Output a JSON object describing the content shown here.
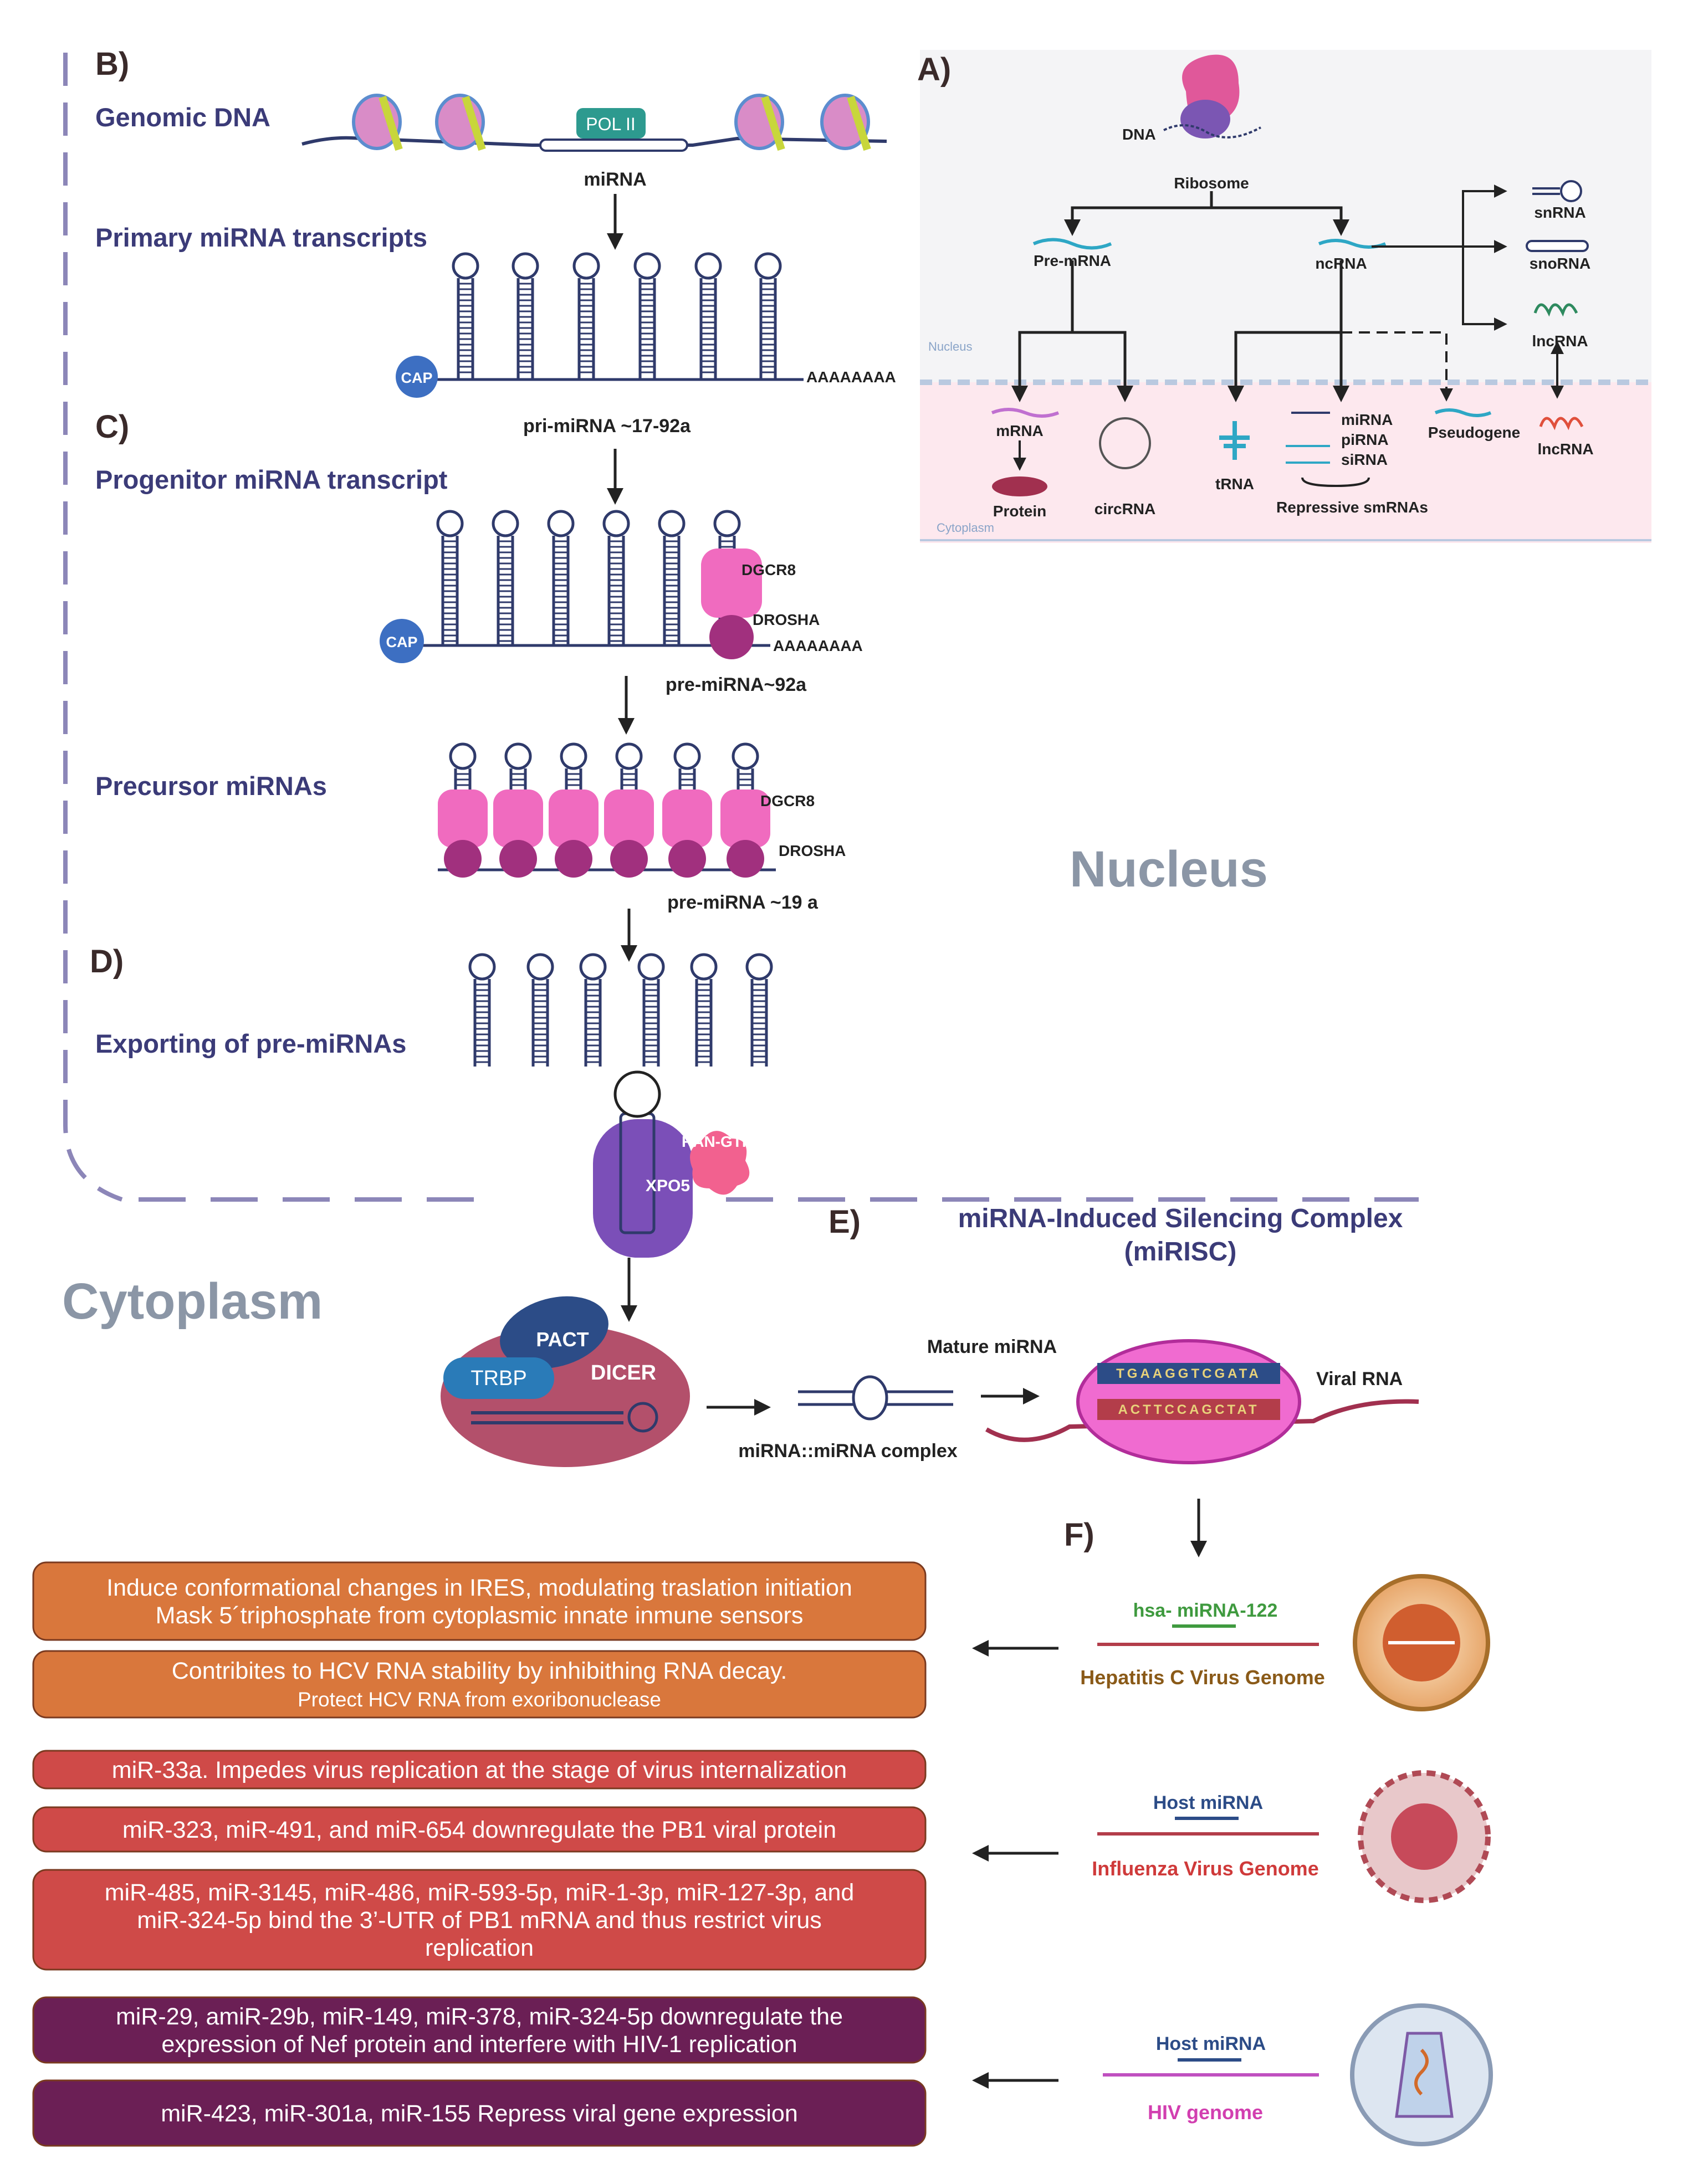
{
  "sections": {
    "A": "A)",
    "B": "B)",
    "C": "C)",
    "D": "D)",
    "E": "E)",
    "F": "F)"
  },
  "regions": {
    "nucleus": "Nucleus",
    "cytoplasm": "Cytoplasm"
  },
  "steps": {
    "genomic_dna": "Genomic DNA",
    "primary": "Primary miRNA transcripts",
    "progenitor": "Progenitor miRNA transcript",
    "precursor": "Precursor miRNAs",
    "exporting": "Exporting of pre-miRNAs"
  },
  "labels": {
    "pol2": "POL II",
    "mirna": "miRNA",
    "cap": "CAP",
    "polya": "AAAAAAAA",
    "pri": "pri-miRNA ~17-92a",
    "dgcr8": "DGCR8",
    "drosha": "DROSHA",
    "pre92": "pre-miRNA~92a",
    "pre19": "pre-miRNA ~19 a",
    "ran_gtp": "RAN-GTP",
    "xpo5": "XPO5",
    "pact": "PACT",
    "trbp": "TRBP",
    "dicer": "DICER",
    "complex": "miRNA::miRNA complex",
    "mature": "Mature miRNA",
    "viral_rna": "Viral RNA",
    "mirisc_title": "miRNA-Induced Silencing Complex",
    "mirisc_abbr": "(miRISC)",
    "pairing_top": "TGAAGGTCGATA",
    "pairing_bottom": "ACTTCCAGCTAT"
  },
  "panel_a": {
    "dna": "DNA",
    "ribosome": "Ribosome",
    "pre_mrna": "Pre-mRNA",
    "ncrna": "ncRNA",
    "snrna": "snRNA",
    "snorna": "snoRNA",
    "lncrna_nuc": "lncRNA",
    "nucleus": "Nucleus",
    "cytoplasm": "Cytoplasm",
    "mrna": "mRNA",
    "protein": "Protein",
    "circrna": "circRNA",
    "trna": "tRNA",
    "mirna": "miRNA",
    "pirna": "piRNA",
    "sirna": "siRNA",
    "pseudogene": "Pseudogene",
    "lncrna_cyto": "lncRNA",
    "repressive": "Repressive smRNAs"
  },
  "viruses": {
    "hcv": {
      "mirna": "hsa- miRNA-122",
      "genome": "Hepatitis C Virus Genome"
    },
    "flu": {
      "mirna": "Host miRNA",
      "genome": "Influenza Virus Genome"
    },
    "hiv": {
      "mirna": "Host miRNA",
      "genome": "HIV genome"
    }
  },
  "effects": [
    {
      "lines": [
        "Induce conformational changes in IRES, modulating traslation initiation",
        "Mask 5´triphosphate from cytoplasmic innate inmune sensors"
      ]
    },
    {
      "lines": [
        "Contribites to HCV RNA stability by inhibithing RNA decay.",
        "Protect HCV RNA from exoribonuclease"
      ]
    },
    {
      "lines": [
        "miR-33a. Impedes virus replication at the stage of virus internalization"
      ]
    },
    {
      "lines": [
        "miR-323, miR-491, and miR-654 downregulate the PB1 viral protein"
      ]
    },
    {
      "lines": [
        "miR-485, miR-3145, miR-486, miR-593-5p, miR-1-3p, miR-127-3p, and",
        "miR-324-5p bind the 3’-UTR of PB1 mRNA and thus restrict virus",
        "replication"
      ]
    },
    {
      "lines": [
        "miR-29, amiR-29b, miR-149, miR-378, miR-324-5p downregulate the",
        "expression of Nef protein and interfere with HIV-1 replication"
      ]
    },
    {
      "lines": [
        "miR-423, miR-301a, miR-155 Repress viral gene expression"
      ]
    }
  ],
  "colors": {
    "orange": "#d9773c",
    "red": "#cf4a48",
    "purple": "#6b1f55",
    "hairpin": "#2f3a6b",
    "pink": "#f06bbf",
    "magenta": "#a1307e"
  }
}
